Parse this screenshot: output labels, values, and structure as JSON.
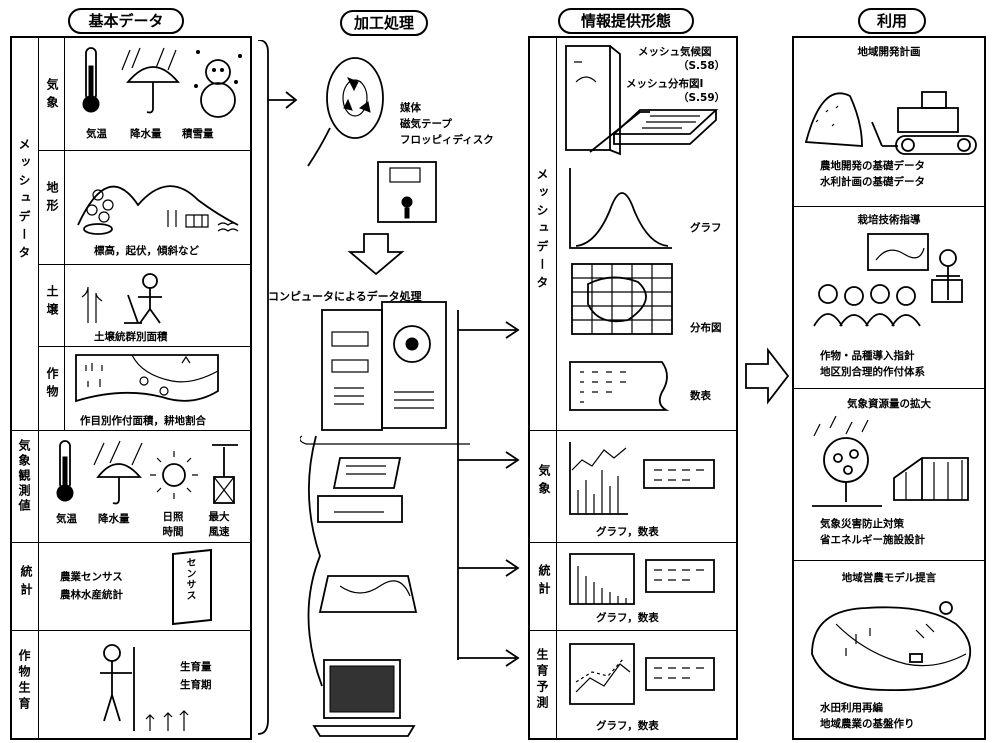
{
  "headers": {
    "basic_data": "基本データ",
    "processing": "加工処理",
    "info_forms": "情報提供形態",
    "usage": "利用"
  },
  "basic": {
    "group_mesh": "メッシュデータ",
    "weather": {
      "category": "気象",
      "items": [
        "気温",
        "降水量",
        "積雪量"
      ]
    },
    "terrain": {
      "category": "地形",
      "caption": "標高，起伏，傾斜など"
    },
    "soil": {
      "category": "土壌",
      "caption": "土壌統群別面積"
    },
    "crop": {
      "category": "作物",
      "caption": "作目別作付面積，耕地割合"
    },
    "weather_obs": {
      "category": "気象観測値",
      "items": [
        "気温",
        "降水量",
        "日照時間",
        "最大風速"
      ]
    },
    "statistics": {
      "category": "統計",
      "line1": "農業センサス",
      "line2": "農林水産統計",
      "book_label": "センサス"
    },
    "crop_growth": {
      "category": "作物生育",
      "line1": "生育量",
      "line2": "生育期"
    }
  },
  "processing": {
    "media_line1": "媒体",
    "media_line2": "磁気テープ",
    "media_line3": "フロッピィディスク",
    "computer": "コンピュータによるデータ処理"
  },
  "info": {
    "group_mesh": "メッシュデータ",
    "mesh_weather_map": "メッシュ気候図",
    "mesh_weather_map_year": "（S.58）",
    "mesh_distribution_map": "メッシュ分布図Ⅰ",
    "mesh_distribution_map_year": "（S.59）",
    "graph": "グラフ",
    "distribution": "分布図",
    "table": "数表",
    "weather": {
      "category": "気象",
      "caption": "グラフ，数表"
    },
    "statistics": {
      "category": "統計",
      "caption": "グラフ，数表"
    },
    "growth_prediction": {
      "category": "生育予測",
      "caption": "グラフ，数表"
    }
  },
  "usage": {
    "regional_development": {
      "title": "地域開発計画",
      "line1": "農地開発の基礎データ",
      "line2": "水利計画の基礎データ"
    },
    "cultivation": {
      "title": "栽培技術指導",
      "line1": "作物・品種導入指針",
      "line2": "地区別合理的作付体系"
    },
    "weather_resources": {
      "title": "気象資源量の拡大",
      "line1": "気象災害防止対策",
      "line2": "省エネルギー施設設計"
    },
    "regional_farming": {
      "title": "地域営農モデル提言",
      "line1": "水田利用再編",
      "line2": "地域農業の基盤作り"
    }
  }
}
